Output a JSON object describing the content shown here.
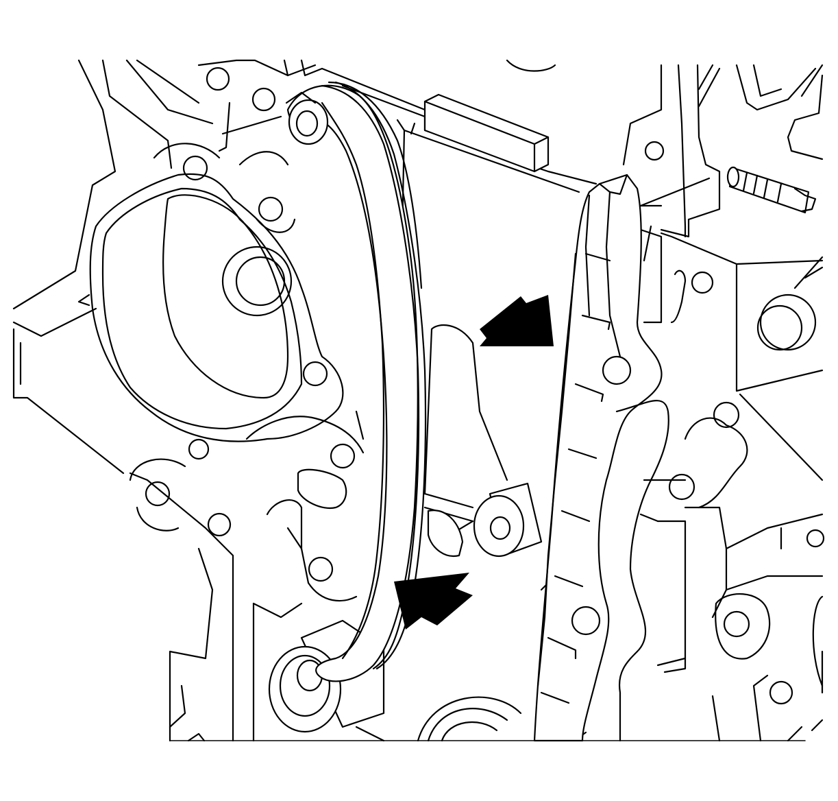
{
  "diagram": {
    "background": "#ffffff",
    "line_color": "#000000",
    "callouts": [
      {
        "name": "upper-callout-arrow",
        "points_toward": "timing-chain-tensioner-guide"
      },
      {
        "name": "lower-callout-arrow",
        "points_toward": "timing-chain-guide"
      }
    ]
  }
}
